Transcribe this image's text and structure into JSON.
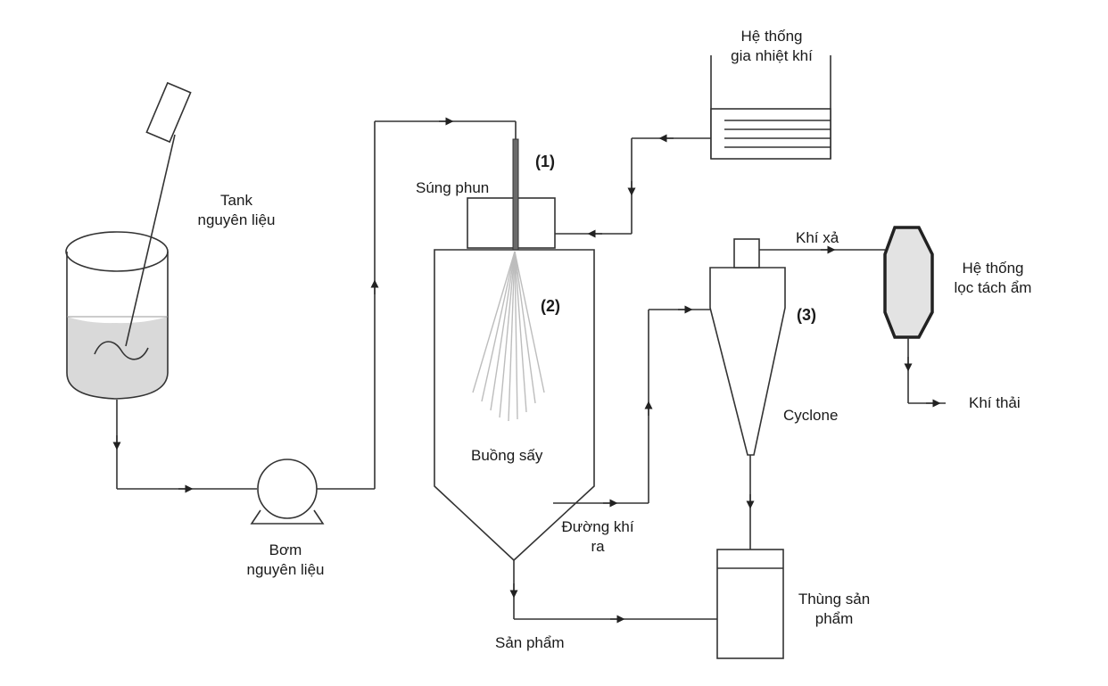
{
  "labels": {
    "tank": [
      "Tank",
      "nguyên liệu"
    ],
    "pump": [
      "Bơm",
      "nguyên liệu"
    ],
    "nozzle": "Súng phun",
    "marker_1": "(1)",
    "marker_2": "(2)",
    "marker_3": "(3)",
    "heater": [
      "Hệ thống",
      "gia nhiệt khí"
    ],
    "chamber": "Buồng sấy",
    "air_out": [
      "Đường khí",
      "ra"
    ],
    "product_line": "Sản phẩm",
    "product_bin": [
      "Thùng sản",
      "phẩm"
    ],
    "cyclone": "Cyclone",
    "exhaust": "Khí xả",
    "dehumidifier": [
      "Hệ thống",
      "lọc tách ẩm"
    ],
    "waste_gas": "Khí thải"
  },
  "colors": {
    "line": "#333333",
    "liquid": "#d9d9d9",
    "nozzle": "#6a6a6a",
    "dehumidifier_fill": "#e3e3e3"
  }
}
